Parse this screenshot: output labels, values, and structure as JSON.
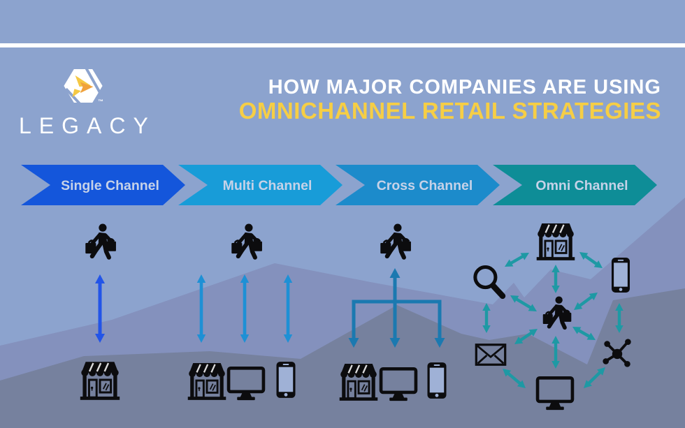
{
  "brand": {
    "name": "LEGACY",
    "trademark": "™",
    "logo_icon": "legacy-hexagon-logo",
    "logo_colors": {
      "hex": "#FFFFFF",
      "arrow_yellow": "#F5C844",
      "arrow_orange": "#F0A23D"
    }
  },
  "title": {
    "line1": "HOW MAJOR COMPANIES ARE USING",
    "line2": "OMNICHANNEL RETAIL STRATEGIES"
  },
  "colors": {
    "background": "#8CA3CE",
    "background_mid": "#8491BD",
    "background_dark": "#76819E",
    "divider": "#FFFFFF",
    "title_line1": "#FFFFFF",
    "title_line2": "#F6CE45",
    "banner_text": "#C6D2E8",
    "icon": "#0C0C0E",
    "phone_screen": "#9FB1D6"
  },
  "stages": [
    {
      "id": "single",
      "label": "Single Channel",
      "banner_color": "#1456DB",
      "arrow_color": "#2254E8",
      "customer_icon": "shopper-icon",
      "channel_icons": [
        "storefront-icon"
      ]
    },
    {
      "id": "multi",
      "label": "Multi Channel",
      "banner_color": "#189CD8",
      "arrow_color": "#1E90D5",
      "customer_icon": "shopper-icon",
      "channel_icons": [
        "storefront-icon",
        "desktop-icon",
        "smartphone-icon"
      ]
    },
    {
      "id": "cross",
      "label": "Cross Channel",
      "banner_color": "#1C8BCB",
      "arrow_color": "#1B79B0",
      "customer_icon": "shopper-icon",
      "channel_icons": [
        "storefront-icon",
        "desktop-icon",
        "smartphone-icon"
      ]
    },
    {
      "id": "omni",
      "label": "Omni Channel",
      "banner_color": "#0E8D97",
      "arrow_color": "#1E99A4",
      "customer_icon": "shopper-icon",
      "channel_icons": [
        "storefront-icon",
        "magnifier-icon",
        "smartphone-icon",
        "email-icon",
        "desktop-icon",
        "network-icon"
      ]
    }
  ]
}
